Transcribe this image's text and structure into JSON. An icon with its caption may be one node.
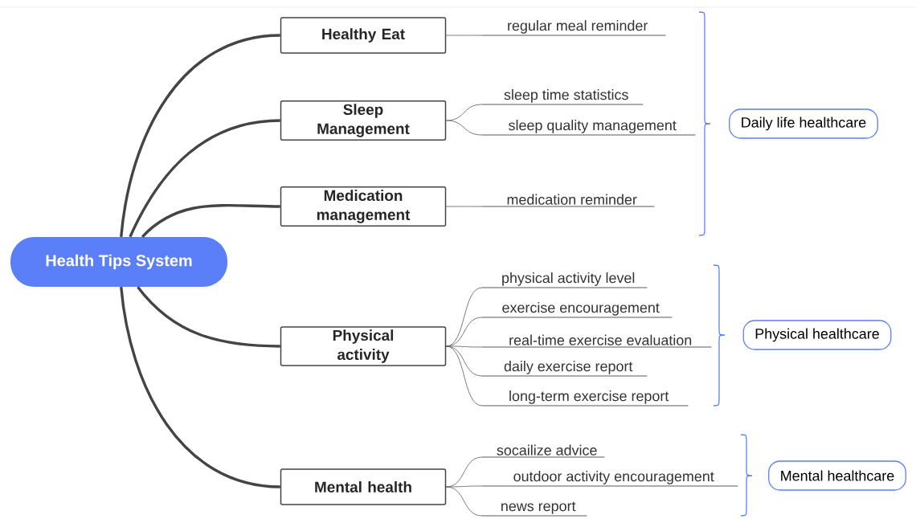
{
  "diagram": {
    "nodes": [
      {
        "text": [
          "Health Tips System"
        ]
      },
      {
        "text": [
          "Healthy Eat"
        ]
      },
      {
        "text": [
          "regular meal reminder"
        ]
      },
      {
        "text": [
          "Sleep Management"
        ]
      },
      {
        "text": [
          "sleep time statistics"
        ]
      },
      {
        "text": [
          "sleep quality management"
        ]
      },
      {
        "text": [
          "Medication management"
        ]
      },
      {
        "text": [
          "medication reminder"
        ]
      },
      {
        "text": [
          "Physical activity"
        ]
      },
      {
        "text": [
          "physical activity level"
        ]
      },
      {
        "text": [
          "exercise encouragement"
        ]
      },
      {
        "text": [
          "real-time exercise evaluation"
        ]
      },
      {
        "text": [
          "daily exercise report"
        ]
      },
      {
        "text": [
          "long-term exercise report"
        ]
      },
      {
        "text": [
          "Mental health"
        ]
      },
      {
        "text": [
          "socailize advice"
        ]
      },
      {
        "text": [
          "outdoor activity encouragement"
        ]
      },
      {
        "text": [
          "news report"
        ]
      },
      {
        "text": [
          "Daily life healthcare"
        ]
      },
      {
        "text": [
          "Physical healthcare"
        ]
      },
      {
        "text": [
          "Mental healthcare"
        ]
      }
    ],
    "edges": [
      {
        "from": 0,
        "to": 1,
        "arrow": "none",
        "style": "thick"
      },
      {
        "from": 0,
        "to": 3,
        "arrow": "none",
        "style": "thick"
      },
      {
        "from": 0,
        "to": 6,
        "arrow": "none",
        "style": "thick"
      },
      {
        "from": 0,
        "to": 8,
        "arrow": "none",
        "style": "thick"
      },
      {
        "from": 0,
        "to": 14,
        "arrow": "none",
        "style": "thick"
      },
      {
        "from": 1,
        "to": 2,
        "arrow": "none"
      },
      {
        "from": 3,
        "to": 4,
        "arrow": "none"
      },
      {
        "from": 3,
        "to": 5,
        "arrow": "none"
      },
      {
        "from": 6,
        "to": 7,
        "arrow": "none"
      },
      {
        "from": 8,
        "to": 9,
        "arrow": "none"
      },
      {
        "from": 8,
        "to": 10,
        "arrow": "none"
      },
      {
        "from": 8,
        "to": 11,
        "arrow": "none"
      },
      {
        "from": 8,
        "to": 12,
        "arrow": "none"
      },
      {
        "from": 8,
        "to": 13,
        "arrow": "none"
      },
      {
        "from": 14,
        "to": 15,
        "arrow": "none"
      },
      {
        "from": 14,
        "to": 16,
        "arrow": "none"
      },
      {
        "from": 14,
        "to": 17,
        "arrow": "none"
      }
    ]
  }
}
